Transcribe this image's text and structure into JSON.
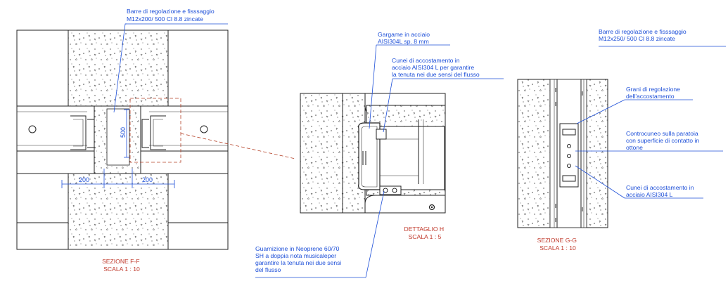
{
  "notes": {
    "ff_bars": [
      "Barre di regolazione e fisssaggio",
      "M12x200/ 500 Cl 8.8 zincate"
    ],
    "h_gargame": [
      "Gargame in acciaio",
      "AISI304L sp. 8 mm"
    ],
    "h_cunei": [
      "Cunei di accostamento in",
      "acciaio AISI304 L per garantire",
      "la tenuta nei due sensi del flusso"
    ],
    "h_guarnizione": [
      "Guarnizione in Neoprene 60/70",
      "SH a doppia nota musicaleper",
      "garantire la tenuta nei due sensi",
      "del flusso"
    ],
    "gg_bars": [
      "Barre di regolazione e fisssaggio",
      "M12x250/ 500 Cl 8.8 zincate"
    ],
    "gg_grani": [
      "Grani di regolazione",
      "dell'accostamento"
    ],
    "gg_controcuneo": [
      "Controcuneo sulla paratoia",
      "con superficie di contatto in",
      "ottone"
    ],
    "gg_cunei": [
      "Cunei di accostamento in",
      "acciaio AISI304 L"
    ]
  },
  "dimensions": {
    "left": "200",
    "right": "200",
    "vertical": "500"
  },
  "titles": {
    "ff": [
      "SEZIONE F-F",
      "SCALA 1 : 10"
    ],
    "h": [
      "DETTAGLIO H",
      "SCALA 1 : 5"
    ],
    "gg": [
      "SEZIONE G-G",
      "SCALA 1 : 10"
    ]
  },
  "colors": {
    "annotation": "#1d4fd8",
    "title": "#c0392b",
    "detail_callout": "#b5432a",
    "lines": "#222222"
  }
}
